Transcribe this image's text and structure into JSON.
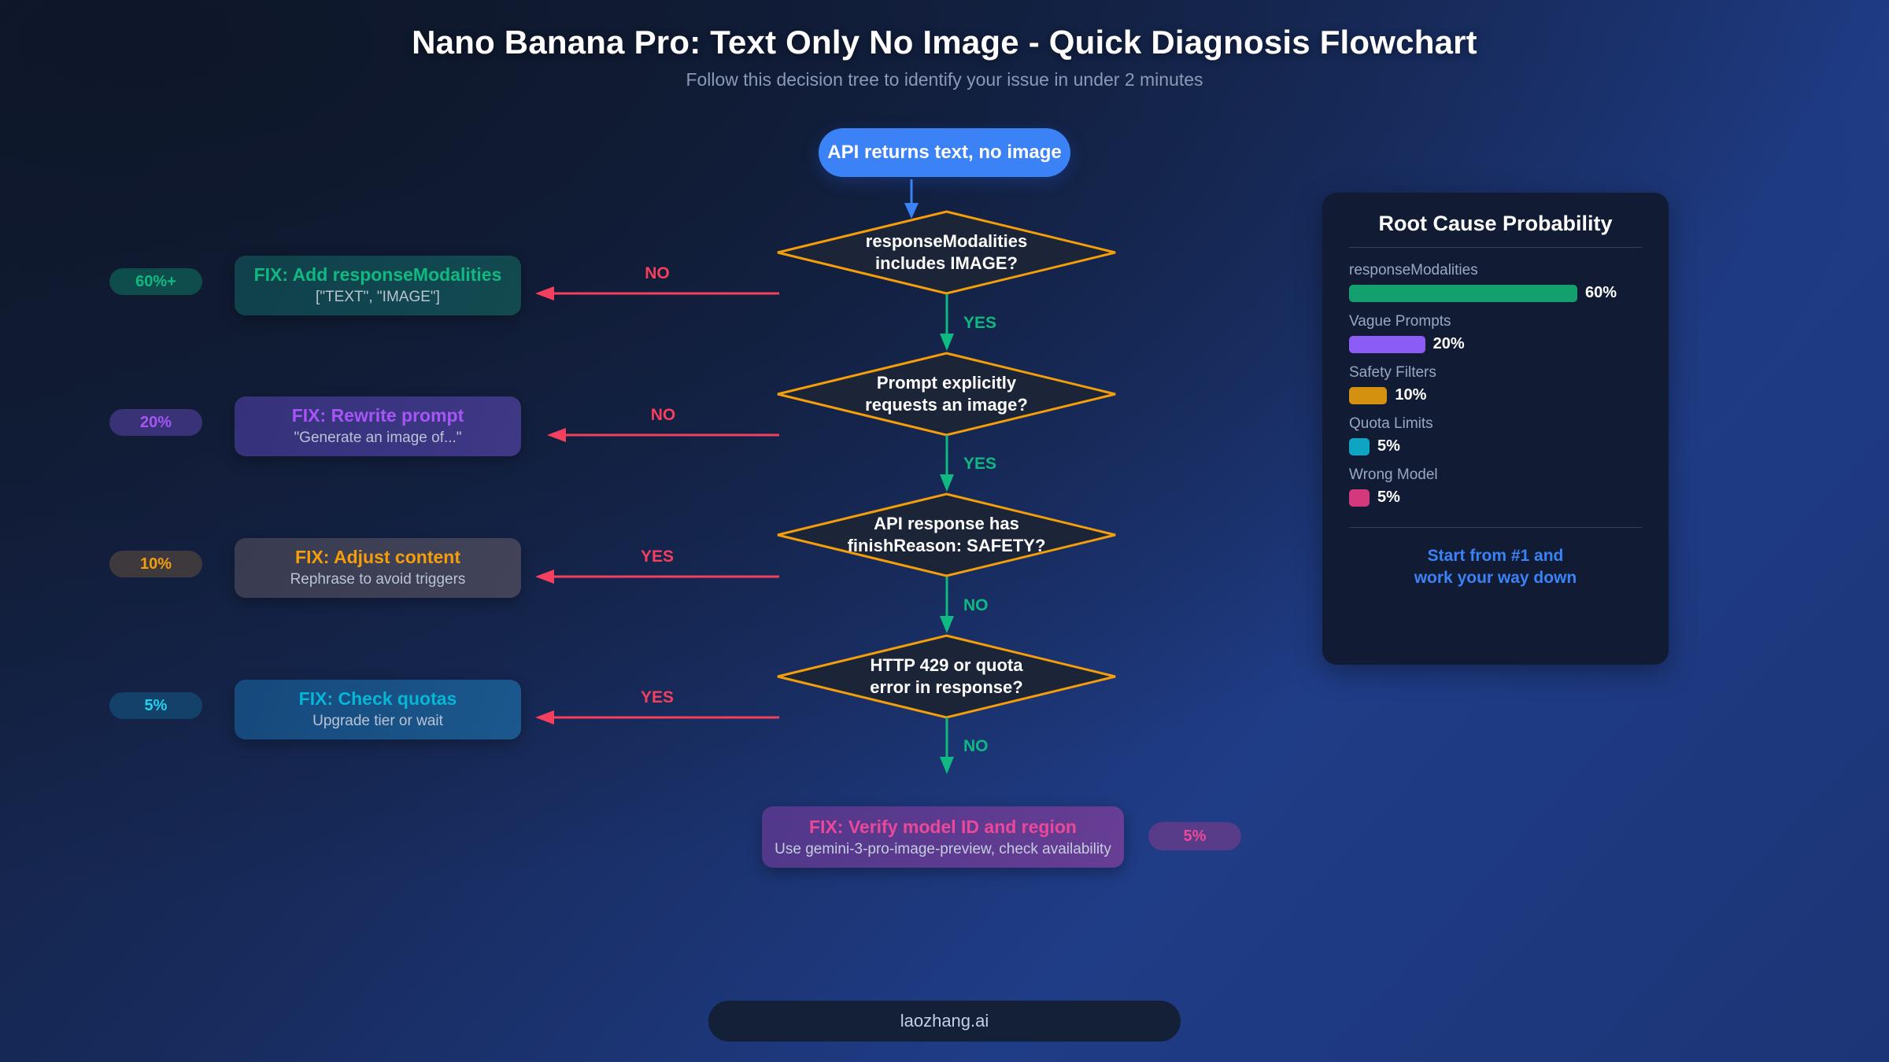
{
  "header": {
    "title": "Nano Banana Pro: Text Only No Image - Quick Diagnosis Flowchart",
    "subtitle": "Follow this decision tree to identify your issue in under 2 minutes"
  },
  "start_node": {
    "label": "API returns text, no image"
  },
  "decisions": [
    {
      "line1": "responseModalities",
      "line2": "includes IMAGE?",
      "branch_side": "NO",
      "branch_down": "YES"
    },
    {
      "line1": "Prompt explicitly",
      "line2": "requests an image?",
      "branch_side": "NO",
      "branch_down": "YES"
    },
    {
      "line1": "API response has",
      "line2": "finishReason: SAFETY?",
      "branch_side": "YES",
      "branch_down": "NO"
    },
    {
      "line1": "HTTP 429 or quota",
      "line2": "error in response?",
      "branch_side": "YES",
      "branch_down": "NO"
    }
  ],
  "fixes": [
    {
      "badge": "60%+",
      "title": "FIX: Add responseModalities",
      "sub": "[\"TEXT\", \"IMAGE\"]",
      "title_color": "#10b981",
      "badge_color": "#10b981",
      "badge_bg": "rgba(14,95,85,.75)",
      "card_bg": "linear-gradient(110deg, rgba(16,68,78,.92), rgba(18,78,82,.92))"
    },
    {
      "badge": "20%",
      "title": "FIX: Rewrite prompt",
      "sub": "\"Generate an image of...\"",
      "title_color": "#a855f7",
      "badge_color": "#a855f7",
      "badge_bg": "rgba(68,56,136,.8)",
      "card_bg": "linear-gradient(110deg, rgba(56,52,128,.92), rgba(66,58,140,.92))"
    },
    {
      "badge": "10%",
      "title": "FIX: Adjust content",
      "sub": "Rephrase to avoid triggers",
      "title_color": "#f59e0b",
      "badge_color": "#f59e0b",
      "badge_bg": "rgba(70,62,60,.85)",
      "card_bg": "linear-gradient(110deg, rgba(60,62,82,.92), rgba(70,70,90,.92))"
    },
    {
      "badge": "5%",
      "title": "FIX: Check quotas",
      "sub": "Upgrade tier or wait",
      "title_color": "#06b6d4",
      "badge_color": "#22d3ee",
      "badge_bg": "rgba(20,70,112,.85)",
      "card_bg": "linear-gradient(110deg, rgba(22,76,128,.92), rgba(28,92,146,.92))"
    }
  ],
  "final_fix": {
    "title": "FIX: Verify model ID and region",
    "sub": "Use gemini-3-pro-image-preview, check availability",
    "badge": "5%"
  },
  "panel": {
    "title": "Root Cause Probability",
    "note_line1": "Start from #1 and",
    "note_line2": "work your way down"
  },
  "footer": {
    "label": "laozhang.ai"
  },
  "chart_data": {
    "type": "bar",
    "title": "Root Cause Probability",
    "orientation": "horizontal",
    "categories": [
      "responseModalities",
      "Vague Prompts",
      "Safety Filters",
      "Quota Limits",
      "Wrong Model"
    ],
    "values": [
      60,
      20,
      10,
      5,
      5
    ],
    "value_labels": [
      "60%",
      "20%",
      "10%",
      "5%",
      "5%"
    ],
    "colors": [
      "#13a06e",
      "#8b5cf6",
      "#d4900f",
      "#0ea5c4",
      "#d4397d"
    ],
    "xlabel": "",
    "ylabel": "",
    "xlim": [
      0,
      60
    ],
    "grid": false,
    "legend": "none"
  }
}
